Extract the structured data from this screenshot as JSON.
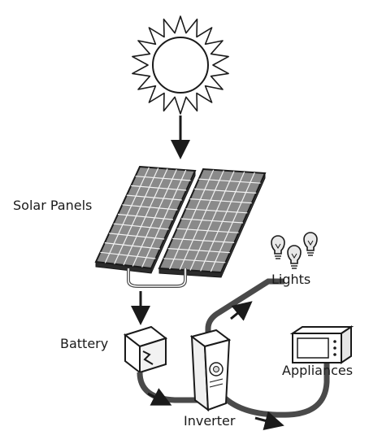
{
  "labels": {
    "solar_panels": "Solar Panels",
    "lights": "Lights",
    "battery": "Battery",
    "appliances": "Appliances",
    "inverter": "Inverter"
  },
  "colors": {
    "outline": "#1a1a1a",
    "cable": "#4a4a4a",
    "panel_cell": "#8a8a8a",
    "panel_frame": "#2b2b2b",
    "light_fill": "#e8e8e8",
    "background": "#ffffff"
  }
}
